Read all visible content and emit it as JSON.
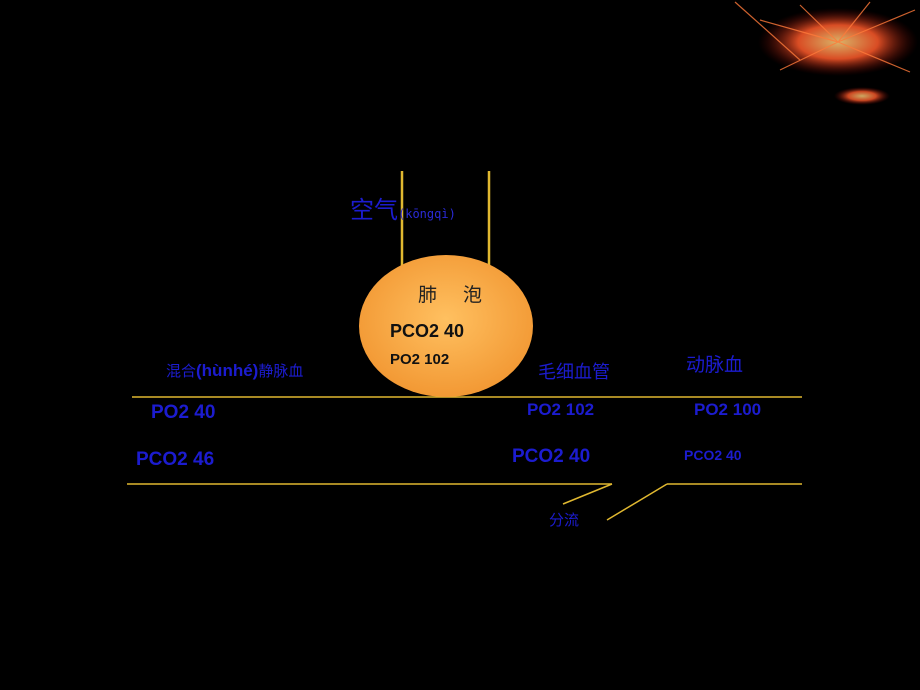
{
  "air_label": "空气",
  "air_pinyin": "(kōngqì)",
  "alveolus": {
    "label": "肺 泡",
    "pco2": "PCO2 40",
    "po2": "PO2  102"
  },
  "mixed_venous_label_pre": "混合",
  "mixed_venous_label_pinyin": "(hùnhé)",
  "mixed_venous_label_post": "静脉血",
  "capillary_label": "毛细血管",
  "arterial_label": "动脉血",
  "venous": {
    "po2": "PO2  40",
    "pco2": "PCO2 46"
  },
  "capillary": {
    "po2": "PO2 102",
    "pco2": "PCO2 40"
  },
  "arterial": {
    "po2": "PO2 100",
    "pco2": "PCO2  40"
  },
  "shunt_label": "分流",
  "colors": {
    "background": "#000000",
    "label_blue": "#1c1ccf",
    "alveolus_fill": "#f5a03a",
    "line_gold": "#e0b830"
  }
}
